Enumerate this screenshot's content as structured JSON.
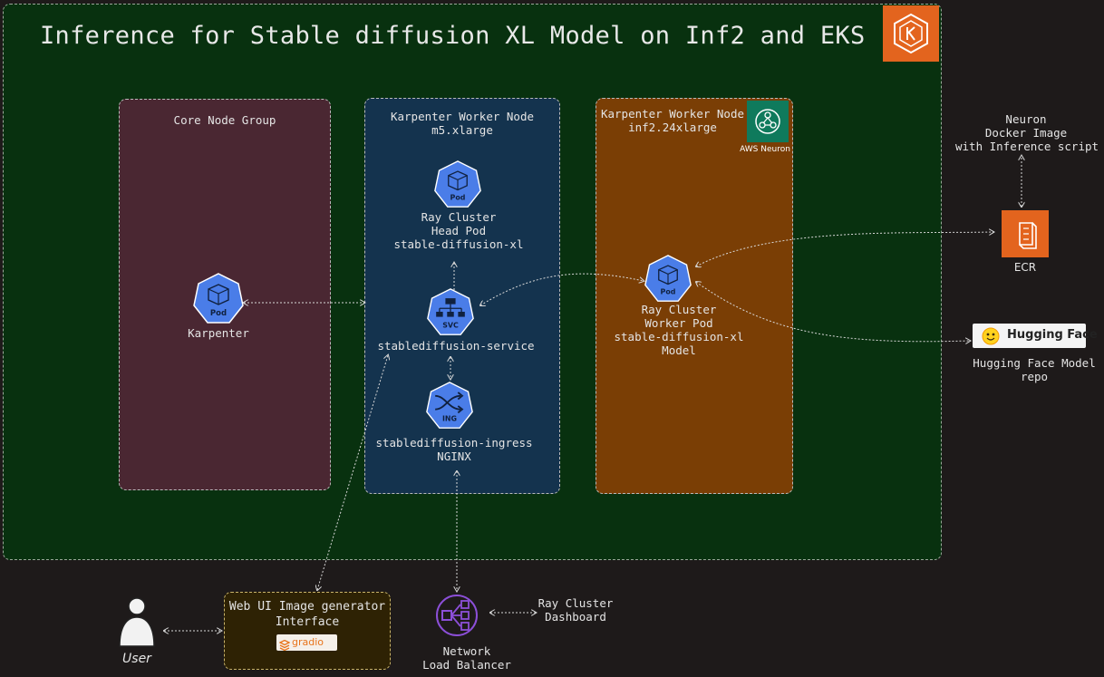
{
  "title": "Inference for Stable diffusion XL Model on Inf2 and EKS",
  "groups": {
    "core": {
      "label": "Core Node Group"
    },
    "m5": {
      "label": "Karpenter Worker Node\nm5.xlarge"
    },
    "inf2": {
      "label": "Karpenter Worker Node\ninf2.24xlarge",
      "badge": "AWS Neuron"
    }
  },
  "nodes": {
    "karpenter": {
      "icon_text": "Pod",
      "label": "Karpenter"
    },
    "head_pod": {
      "icon_text": "Pod",
      "label": "Ray Cluster\nHead Pod\nstable-diffusion-xl"
    },
    "service": {
      "icon_text": "SVC",
      "label": "stablediffusion-service"
    },
    "ingress": {
      "icon_text": "ING",
      "label": "stablediffusion-ingress\nNGINX"
    },
    "worker_pod": {
      "icon_text": "Pod",
      "label": "Ray Cluster\nWorker Pod\nstable-diffusion-xl\nModel"
    },
    "ecr": {
      "label": "ECR"
    },
    "neuron_image": {
      "label": "Neuron\nDocker Image\nwith Inference script"
    },
    "hugging_face": {
      "logo_text": "Hugging Face",
      "label": "Hugging Face Model\nrepo"
    },
    "webui": {
      "label": "Web UI Image generator\nInterface",
      "logo_text": "gradio"
    },
    "user": {
      "label": "User"
    },
    "nlb": {
      "label": "Network\nLoad Balancer"
    },
    "dashboard": {
      "label": "Ray Cluster\nDashboard"
    }
  },
  "colors": {
    "cluster_bg": "#08310f",
    "core_group_bg": "#4a2732",
    "m5_group_bg": "#14334e",
    "inf2_group_bg": "#7a3e05",
    "k8s_icon": "#4a7de8",
    "aws_orange": "#e3641e",
    "neuron_green": "#0f7a5c",
    "nlb_purple": "#8c4fd8"
  },
  "icons": {
    "eks": "eks-logo-icon",
    "pod": "kubernetes-pod-icon",
    "svc": "kubernetes-service-icon",
    "ing": "kubernetes-ingress-icon",
    "neuron": "aws-neuron-icon",
    "ecr": "ecr-icon",
    "nlb": "network-load-balancer-icon",
    "user": "user-icon",
    "hf": "hugging-face-emoji-icon",
    "gradio": "gradio-logo-icon"
  }
}
